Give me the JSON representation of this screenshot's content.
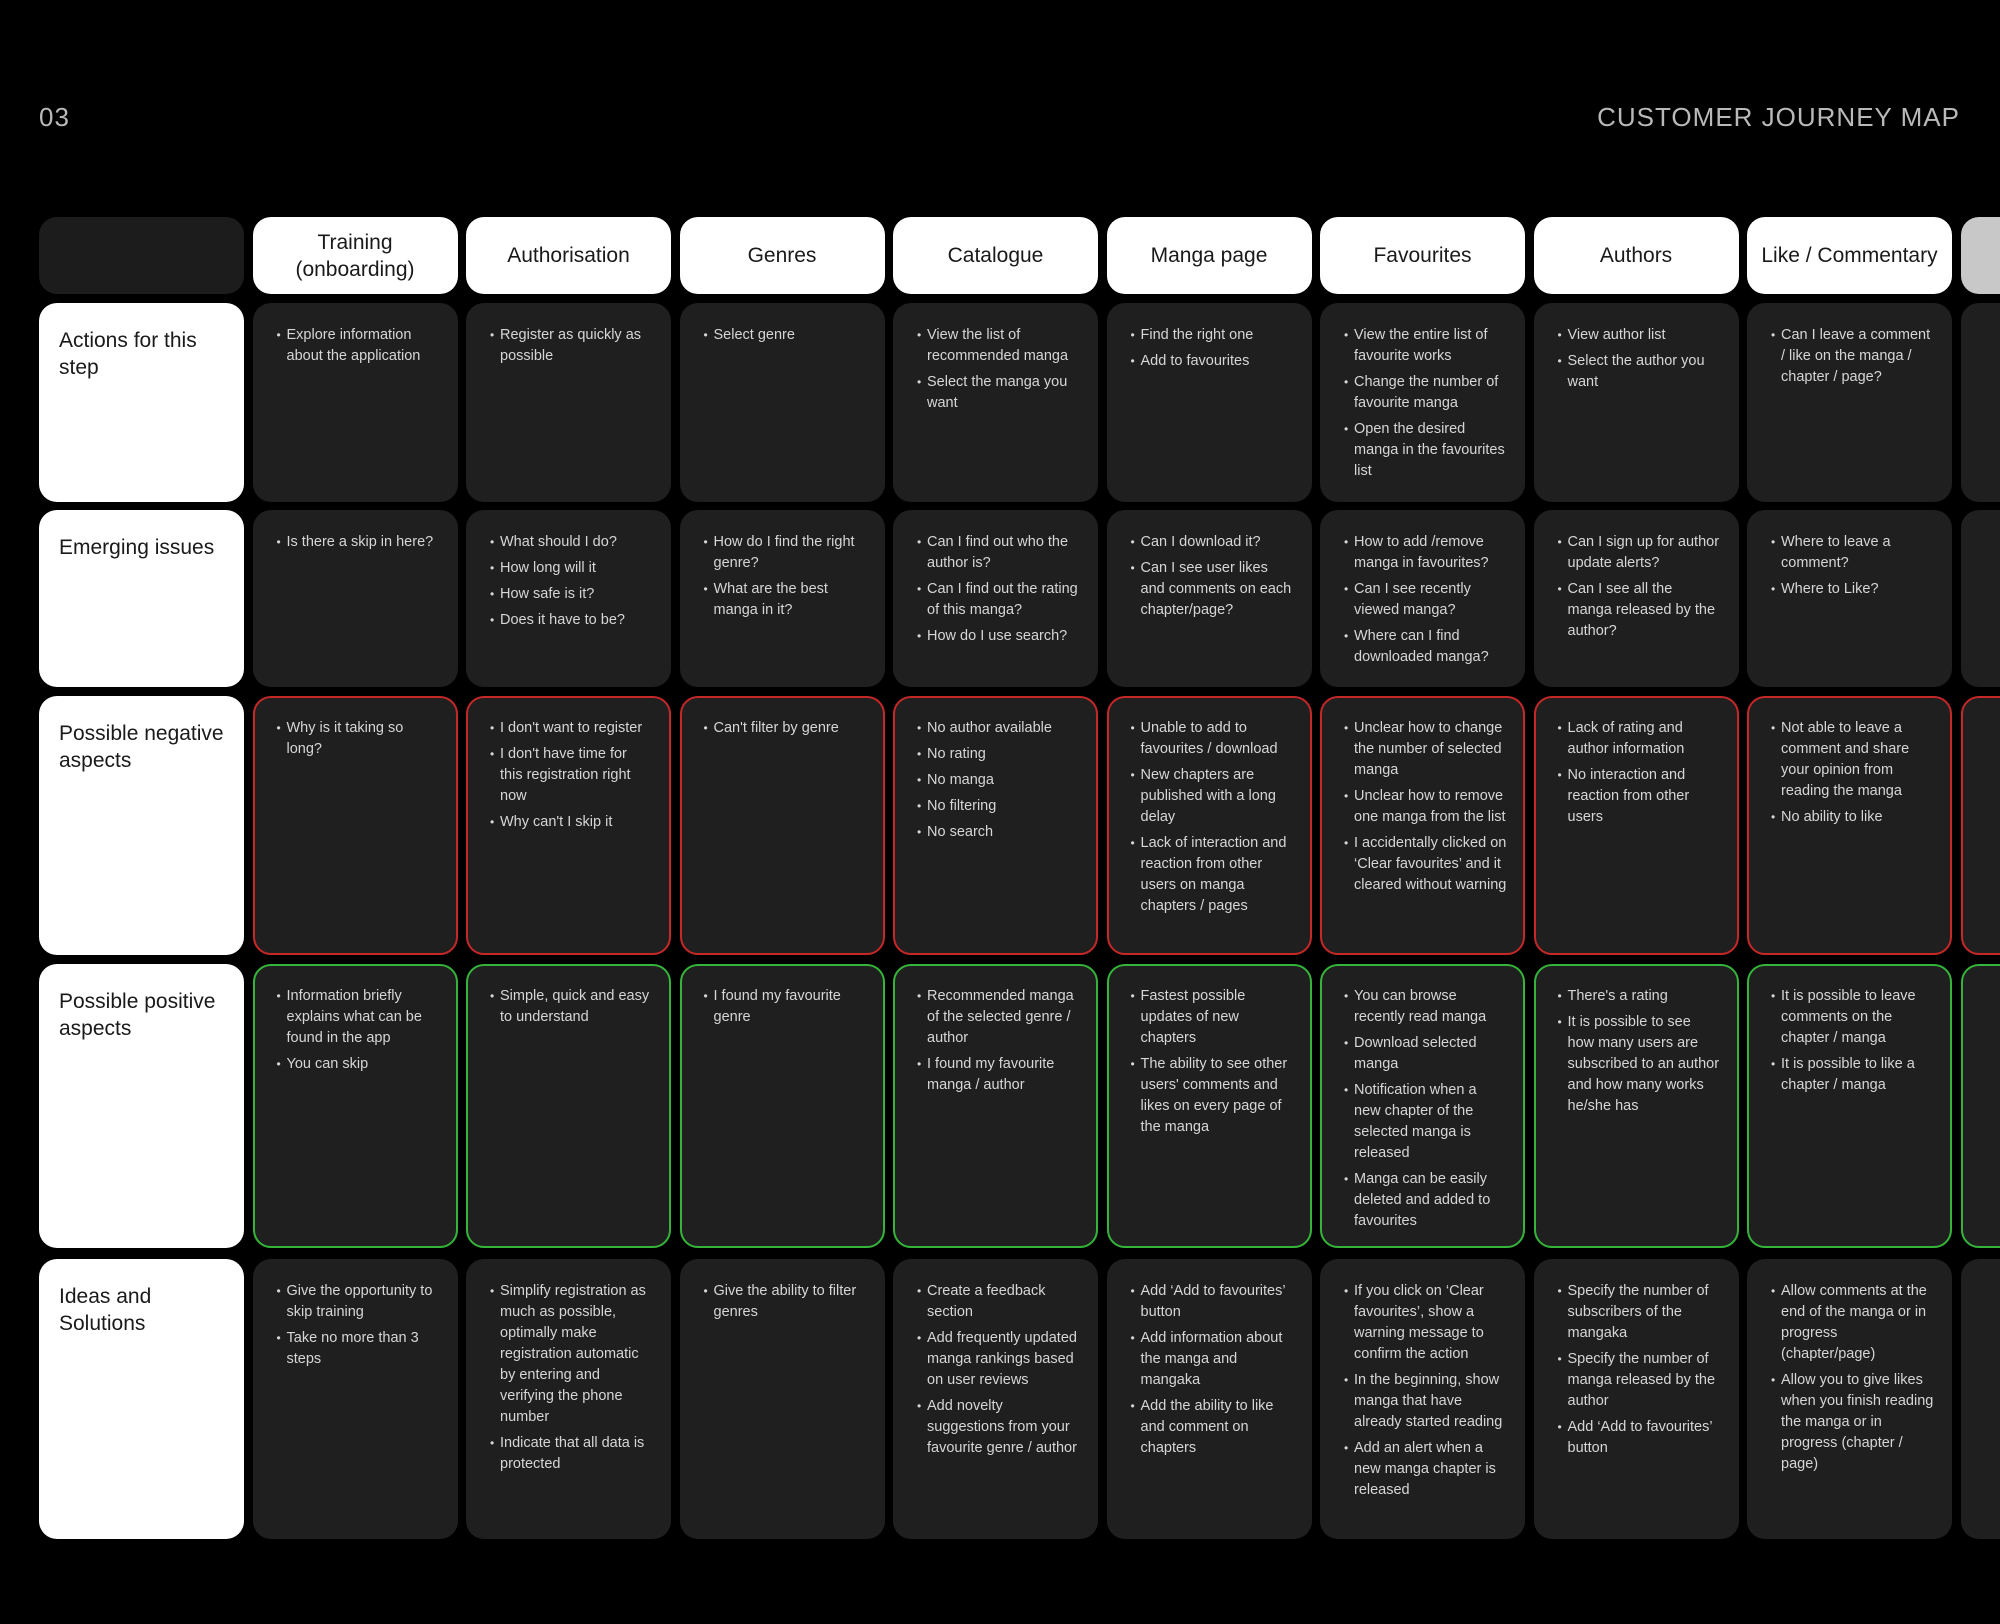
{
  "header": {
    "page_number": "03",
    "title": "CUSTOMER JOURNEY MAP"
  },
  "colors": {
    "negative_border": "#c62828",
    "positive_border": "#35b43a",
    "cell_background": "#1f1f1f",
    "label_background": "#ffffff"
  },
  "stages": [
    "Training (onboarding)",
    "Authorisation",
    "Genres",
    "Catalogue",
    "Manga page",
    "Favourites",
    "Authors",
    "Like / Commentary"
  ],
  "rows": [
    {
      "label": "Actions for this step",
      "type": "neutral",
      "cells": [
        [
          "Explore information about the application"
        ],
        [
          "Register as quickly as possible"
        ],
        [
          "Select genre"
        ],
        [
          "View the list of recommended manga",
          "Select the manga you want"
        ],
        [
          "Find the right one",
          "Add to favourites"
        ],
        [
          "View the entire list of favourite works",
          "Change the number of favourite manga",
          "Open the desired manga in the favourites list"
        ],
        [
          "View author list",
          "Select the author you want"
        ],
        [
          "Can I leave a comment / like on the manga / chapter / page?"
        ]
      ]
    },
    {
      "label": "Emerging issues",
      "type": "neutral",
      "cells": [
        [
          "Is there a skip in here?"
        ],
        [
          "What should I do?",
          "How long will it",
          "How safe is it?",
          "Does it have to be?"
        ],
        [
          "How do I find the right genre?",
          "What are the best manga in it?"
        ],
        [
          "Can I find out who the author is?",
          "Can I find out the rating of this manga?",
          "How do I use search?"
        ],
        [
          "Can I download it?",
          "Can I see user likes and comments on each chapter/page?"
        ],
        [
          "How to add /remove manga in favourites?",
          "Can I see recently viewed manga?",
          "Where can I find downloaded manga?"
        ],
        [
          "Can I sign up for author update alerts?",
          "Can I see all the manga released by the author?"
        ],
        [
          "Where to leave a comment?",
          "Where to Like?"
        ]
      ]
    },
    {
      "label": "Possible negative aspects",
      "type": "negative",
      "cells": [
        [
          "Why is it taking so long?"
        ],
        [
          "I don't want to register",
          "I don't have time for this registration right now",
          "Why can't I skip it"
        ],
        [
          "Can't filter by genre"
        ],
        [
          "No author available",
          "No rating",
          "No manga",
          "No filtering",
          "No search"
        ],
        [
          "Unable to add to favourites / download",
          "New chapters are published with a long delay",
          "Lack of interaction and reaction from other users on manga chapters / pages"
        ],
        [
          "Unclear how to change the number of selected manga",
          "Unclear how to remove one manga from the list",
          "I accidentally clicked on ‘Clear favourites’ and it cleared without warning"
        ],
        [
          "Lack of rating and author information",
          "No interaction and reaction from other users"
        ],
        [
          "Not able to leave a comment and share your opinion from reading the manga",
          "No ability to like"
        ]
      ]
    },
    {
      "label": "Possible positive aspects",
      "type": "positive",
      "cells": [
        [
          "Information briefly explains what can be found in the app",
          "You can skip"
        ],
        [
          "Simple, quick and easy to understand"
        ],
        [
          "I found my favourite genre"
        ],
        [
          "Recommended manga of the selected genre / author",
          "I found my favourite manga / author"
        ],
        [
          "Fastest possible updates of new chapters",
          "The ability to see other users' comments and likes on every page of the manga"
        ],
        [
          "You can browse recently read manga",
          "Download selected manga",
          "Notification when a new chapter of the selected manga is released",
          "Manga can be easily deleted and added to favourites"
        ],
        [
          "There's a rating",
          "It is possible to see how many users are subscribed to an author and how many works he/she has"
        ],
        [
          "It is possible to leave comments on the chapter / manga",
          "It is possible to like a chapter / manga"
        ]
      ]
    },
    {
      "label": "Ideas and Solutions",
      "type": "neutral",
      "cells": [
        [
          "Give the opportunity to skip training",
          "Take no more than 3 steps"
        ],
        [
          "Simplify registration as much as possible, optimally make registration automatic by entering and verifying the phone number",
          "Indicate that all data is protected"
        ],
        [
          "Give the ability to filter genres"
        ],
        [
          "Create a feedback section",
          "Add frequently updated manga rankings based on user reviews",
          "Add novelty suggestions from your favourite genre / author"
        ],
        [
          "Add ‘Add to favourites’ button",
          "Add information about the manga and mangaka",
          "Add the ability to like and comment on chapters"
        ],
        [
          "If you click on ‘Clear favourites’, show a warning message to confirm the action",
          "In the beginning, show manga that have already started reading",
          "Add an alert when a new manga chapter is released"
        ],
        [
          "Specify the number of subscribers of the mangaka",
          "Specify the number of manga released by the author",
          "Add ‘Add to favourites’ button"
        ],
        [
          "Allow comments at the end of the manga or in progress (chapter/page)",
          "Allow you to give likes when you finish reading the manga or in progress (chapter / page)"
        ]
      ]
    }
  ]
}
